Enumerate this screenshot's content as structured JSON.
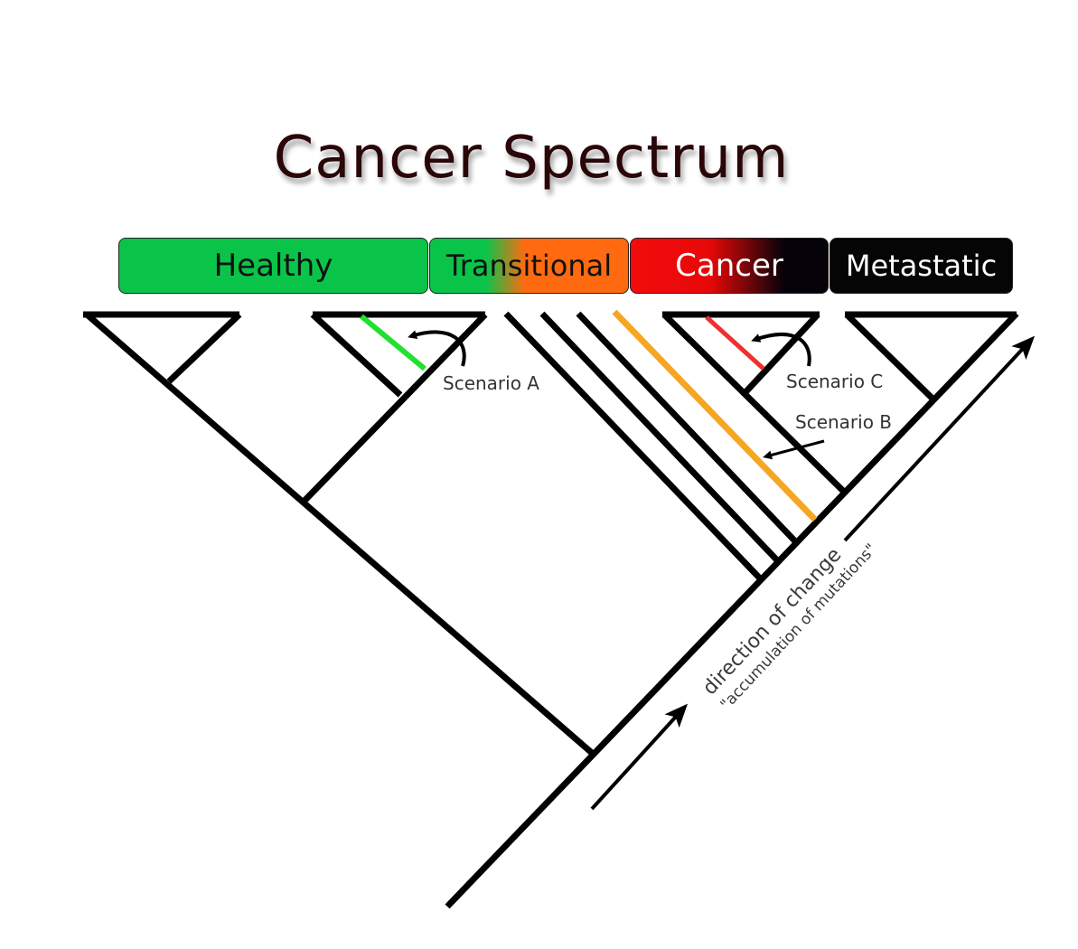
{
  "title": "Cancer Spectrum",
  "stages": [
    {
      "label": "Healthy",
      "color": "#0ac44a"
    },
    {
      "label": "Transitional",
      "color": "#ff6a10"
    },
    {
      "label": "Cancer",
      "color": "#f20c0c"
    },
    {
      "label": "Metastatic",
      "color": "#050505"
    }
  ],
  "scenarios": {
    "a": {
      "label": "Scenario A",
      "line_color": "#22e030"
    },
    "b": {
      "label": "Scenario B",
      "line_color": "#f5a623"
    },
    "c": {
      "label": "Scenario C",
      "line_color": "#f03030"
    }
  },
  "axis": {
    "direction_label": "direction of change",
    "sub_label": "\"accumulation of mutations\""
  }
}
